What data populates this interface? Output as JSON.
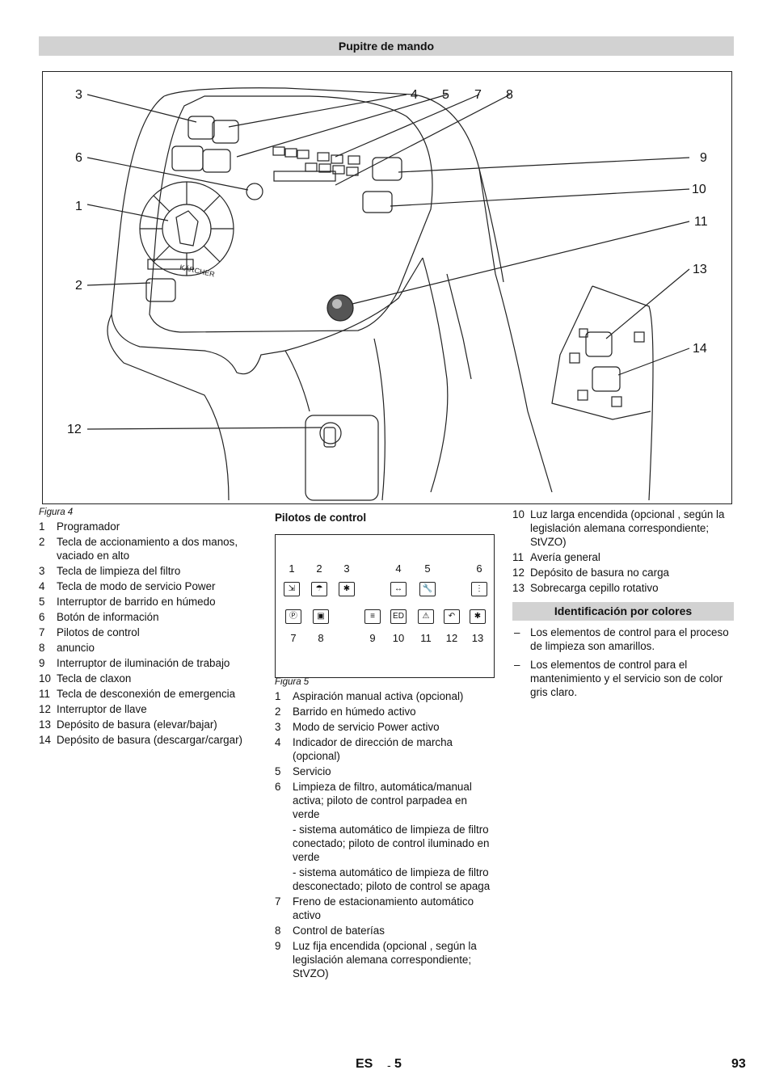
{
  "header": {
    "title": "Pupitre de mando"
  },
  "figure4": {
    "caption": "Figura 4",
    "callouts": [
      "3",
      "4",
      "5",
      "7",
      "8",
      "6",
      "9",
      "10",
      "1",
      "11",
      "13",
      "2",
      "14",
      "12"
    ],
    "logo_text": "KÄRCHER"
  },
  "legend4": [
    {
      "n": "1",
      "text": "Programador"
    },
    {
      "n": "2",
      "text": "Tecla de accionamiento a dos manos, vaciado en alto"
    },
    {
      "n": "3",
      "text": "Tecla de limpieza del filtro"
    },
    {
      "n": "4",
      "text": "Tecla de modo de servicio Power"
    },
    {
      "n": "5",
      "text": "Interruptor de barrido en húmedo"
    },
    {
      "n": "6",
      "text": "Botón de información"
    },
    {
      "n": "7",
      "text": "Pilotos de control"
    },
    {
      "n": "8",
      "text": "anuncio"
    },
    {
      "n": "9",
      "text": "Interruptor de iluminación de trabajo"
    },
    {
      "n": "10",
      "text": "Tecla de claxon"
    },
    {
      "n": "11",
      "text": "Tecla de desconexión de emergencia"
    },
    {
      "n": "12",
      "text": "Interruptor de llave"
    },
    {
      "n": "13",
      "text": "Depósito de basura (elevar/bajar)"
    },
    {
      "n": "14",
      "text": "Depósito de basura (descargar/cargar)"
    }
  ],
  "pilots": {
    "title": "Pilotos de control",
    "caption": "Figura 5",
    "top_numbers": [
      "1",
      "2",
      "3",
      "4",
      "5",
      "6"
    ],
    "bottom_numbers": [
      "7",
      "8",
      "9",
      "10",
      "11",
      "12",
      "13"
    ],
    "top_icons": [
      "vacuum-hand-icon",
      "wet-sweep-icon",
      "power-mode-icon",
      "direction-icon",
      "wrench-icon",
      "filter-clean-icon"
    ],
    "bottom_icons": [
      "parking-brake-icon",
      "battery-icon",
      "high-beam-icon",
      "low-beam-icon",
      "warning-icon",
      "hopper-not-loaded-icon",
      "brush-overload-icon"
    ],
    "icon_glyphs": {
      "top": [
        "⇲",
        "☂",
        "✱",
        "↔",
        "🔧",
        "⋮"
      ],
      "bottom": [
        "Ⓟ",
        "▣",
        "≡",
        "ED",
        "⚠",
        "↶",
        "✱"
      ]
    },
    "items": [
      {
        "n": "1",
        "text": "Aspiración manual activa (opcional)"
      },
      {
        "n": "2",
        "text": "Barrido en húmedo activo"
      },
      {
        "n": "3",
        "text": "Modo de servicio Power activo"
      },
      {
        "n": "4",
        "text": "Indicador de dirección de marcha (opcional)"
      },
      {
        "n": "5",
        "text": "Servicio"
      },
      {
        "n": "6",
        "text": "Limpieza de filtro, automática/manual activa; piloto de control parpadea en verde"
      }
    ],
    "sub1": "- sistema automático de limpieza de filtro conectado; piloto de control iluminado en verde",
    "sub2": "- sistema automático de limpieza de filtro desconectado; piloto de control se apaga",
    "items2": [
      {
        "n": "7",
        "text": "Freno de estacionamiento automático activo"
      },
      {
        "n": "8",
        "text": "Control de baterías"
      },
      {
        "n": "9",
        "text": "Luz fija encendida (opcional , según la legislación alemana correspondiente; StVZO)"
      }
    ]
  },
  "col3": {
    "items": [
      {
        "n": "10",
        "text": "Luz larga encendida (opcional , según la legislación alemana correspondiente; StVZO)"
      },
      {
        "n": "11",
        "text": "Avería general"
      },
      {
        "n": "12",
        "text": "Depósito de basura no carga"
      },
      {
        "n": "13",
        "text": "Sobrecarga cepillo rotativo"
      }
    ],
    "color_title": "Identificación por colores",
    "dashes": [
      "Los elementos de control para el proceso de limpieza son amarillos.",
      "Los elementos de control para el mantenimiento y el servicio son de color gris claro."
    ]
  },
  "footer": {
    "lang": "ES",
    "sep": "-",
    "page_local": "5",
    "page": "93"
  }
}
